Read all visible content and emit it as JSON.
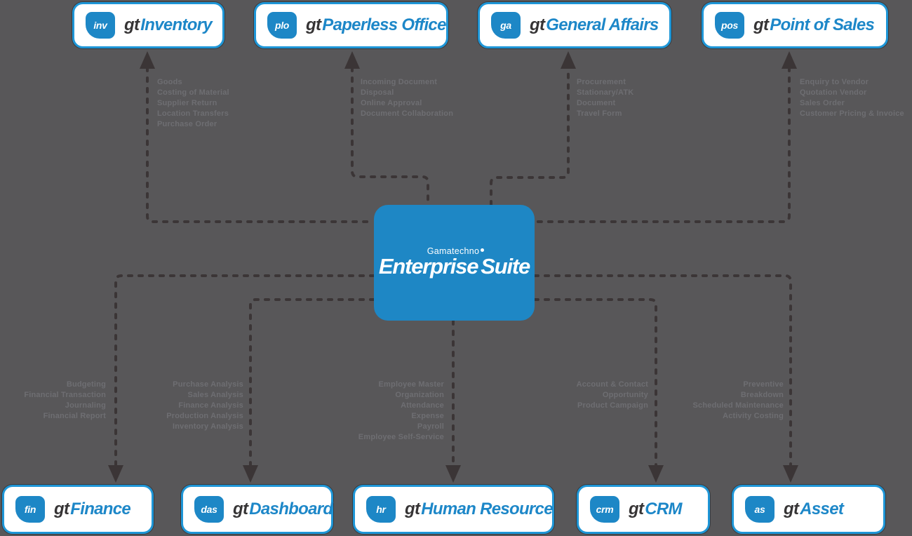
{
  "app": {
    "background_color": "#585759",
    "connector_color": "#3b3536",
    "accent_blue": "#1d87c6",
    "border_blue": "#1e96d7",
    "feature_text_color": "#6e6e72"
  },
  "center": {
    "brand": "Gamatechno",
    "product_enterprise": "Enterprise",
    "product_suite": "Suite"
  },
  "modules": {
    "inventory": {
      "icon_label": "inv",
      "prefix": "gt",
      "name": "Inventory",
      "features": [
        "Goods",
        "Costing of Material",
        "Supplier Return",
        "Location Transfers",
        "Purchase Order"
      ]
    },
    "paperless_office": {
      "icon_label": "plo",
      "prefix": "gt",
      "name": "Paperless Office",
      "features": [
        "Incoming Document",
        "Disposal",
        "Online Approval",
        "Document Collaboration"
      ]
    },
    "general_affairs": {
      "icon_label": "ga",
      "prefix": "gt",
      "name": "General Affairs",
      "features": [
        "Procurement",
        "Stationary/ATK",
        "Document",
        "Travel Form"
      ]
    },
    "point_of_sales": {
      "icon_label": "pos",
      "prefix": "gt",
      "name": "Point of Sales",
      "features": [
        "Enquiry to Vendor",
        "Quotation Vendor",
        "Sales Order",
        "Customer Pricing & Invoice"
      ]
    },
    "finance": {
      "icon_label": "fin",
      "prefix": "gt",
      "name": "Finance",
      "features": [
        "Budgeting",
        "Financial Transaction",
        "Journaling",
        "Financial Report"
      ]
    },
    "dashboard": {
      "icon_label": "das",
      "prefix": "gt",
      "name": "Dashboard",
      "features": [
        "Purchase Analysis",
        "Sales Analysis",
        "Finance Analysis",
        "Production Analysis",
        "Inventory Analysis"
      ]
    },
    "human_resource": {
      "icon_label": "hr",
      "prefix": "gt",
      "name": "Human Resource",
      "features": [
        "Employee Master",
        "Organization",
        "Attendance",
        "Expense",
        "Payroll",
        "Employee Self-Service"
      ]
    },
    "crm": {
      "icon_label": "crm",
      "prefix": "gt",
      "name": "CRM",
      "features": [
        "Account & Contact",
        "Opportunity",
        "Product Campaign"
      ]
    },
    "asset": {
      "icon_label": "as",
      "prefix": "gt",
      "name": "Asset",
      "features": [
        "Preventive",
        "Breakdown",
        "Scheduled Maintenance",
        "Activity Costing"
      ]
    }
  }
}
